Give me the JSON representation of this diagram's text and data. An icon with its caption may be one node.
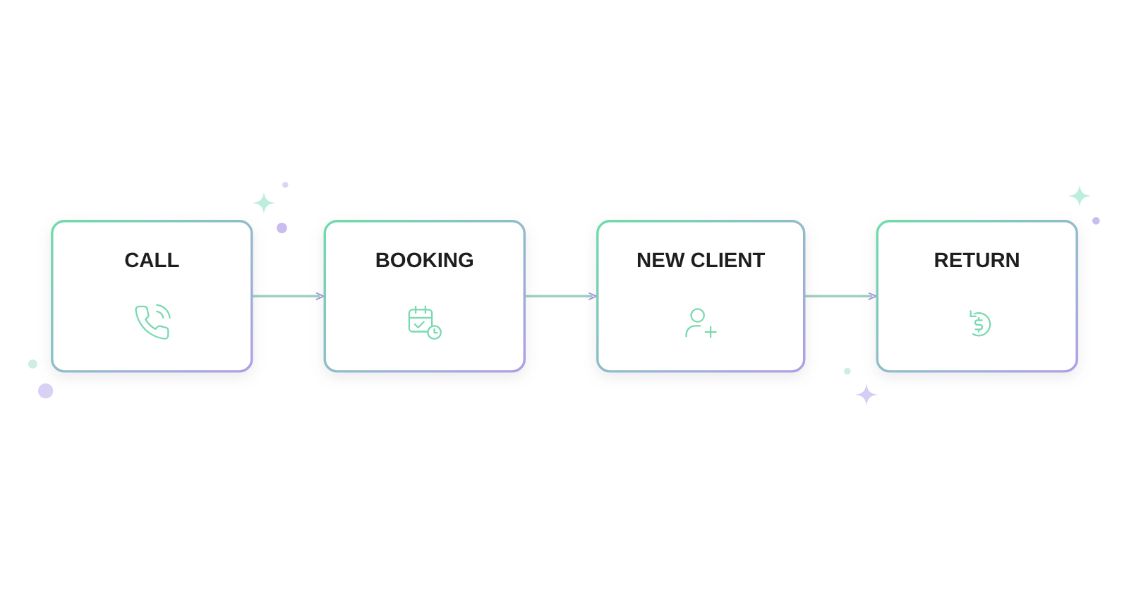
{
  "diagram": {
    "nodes": [
      {
        "text": [
          "CALL"
        ]
      },
      {
        "text": [
          "BOOKING"
        ]
      },
      {
        "text": [
          "NEW CLIENT"
        ]
      },
      {
        "text": [
          "RETURN"
        ]
      }
    ],
    "edges": [
      {
        "from": 0,
        "to": 1,
        "arrow": "to"
      },
      {
        "from": 1,
        "to": 2,
        "arrow": "to"
      },
      {
        "from": 2,
        "to": 3,
        "arrow": "to"
      }
    ]
  }
}
